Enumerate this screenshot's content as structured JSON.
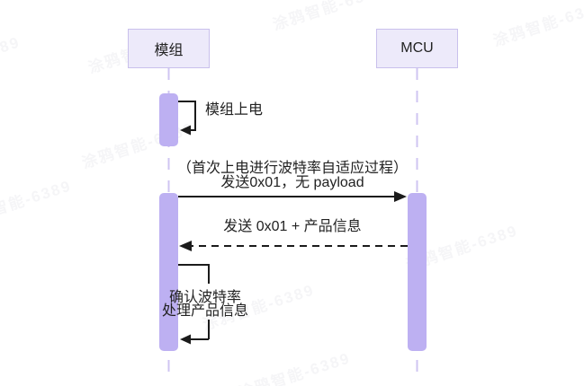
{
  "diagram": {
    "type": "sequence",
    "actors": [
      {
        "id": "module",
        "label": "模组"
      },
      {
        "id": "mcu",
        "label": "MCU"
      }
    ],
    "messages": [
      {
        "id": "m1",
        "kind": "self-solid",
        "from": "module",
        "to": "module",
        "lines": [
          "模组上电"
        ]
      },
      {
        "id": "m2",
        "kind": "solid-arrow",
        "from": "module",
        "to": "mcu",
        "lines": [
          "（首次上电进行波特率自适应过程）",
          "发送0x01，无 payload"
        ]
      },
      {
        "id": "m3",
        "kind": "dashed-arrow",
        "from": "mcu",
        "to": "module",
        "lines": [
          "发送 0x01 + 产品信息"
        ]
      },
      {
        "id": "m4",
        "kind": "self-solid",
        "from": "module",
        "to": "module",
        "lines": [
          "确认波特率",
          "处理产品信息"
        ]
      }
    ],
    "colors": {
      "actor_fill": "#edeafa",
      "actor_border": "#c9c0ec",
      "activation_fill": "#bdb0f2",
      "lifeline": "#cfc5f2",
      "arrow": "#1b1b1b",
      "text": "#222222",
      "background": "#ffffff"
    }
  },
  "watermark": {
    "text": "涂鸦智能-6389"
  }
}
